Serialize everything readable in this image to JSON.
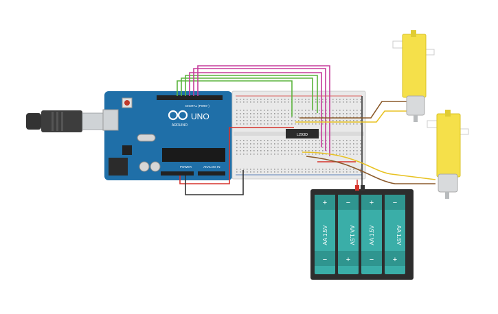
{
  "arduino": {
    "brand_line1": "ARDUINO",
    "model": "UNO",
    "header_digital": "DIGITAL (PWM~)",
    "header_power": "POWER",
    "header_analog": "ANALOG IN",
    "body_color": "#1f6fa8"
  },
  "chip": {
    "label": "L293D"
  },
  "battery": {
    "cell_label": "AA 1.5V",
    "plus_sign": "+",
    "minus_sign": "−",
    "cell_color": "#3aaea8"
  },
  "motors": {
    "body_color": "#f5e04a"
  },
  "wires": {
    "green": "#5ab43c",
    "magenta": "#c53a9a",
    "red": "#d6322b",
    "black": "#333333",
    "yellow": "#e8c222",
    "brown": "#8b5a2b"
  }
}
